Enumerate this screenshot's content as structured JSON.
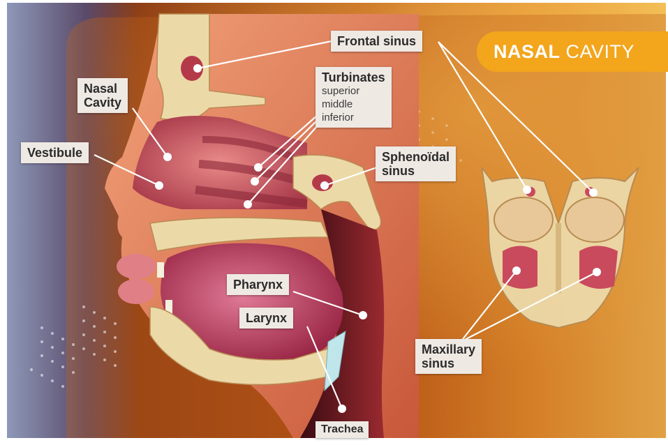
{
  "title": {
    "bold": "NASAL",
    "light": "CAVITY"
  },
  "labels": {
    "frontal_sinus": "Frontal sinus",
    "nasal_cavity_line1": "Nasal",
    "nasal_cavity_line2": "Cavity",
    "vestibule": "Vestibule",
    "turbinates": {
      "heading": "Turbinates",
      "superior": "superior",
      "middle": "middle",
      "inferior": "inferior"
    },
    "sphenoidal_line1": "Sphenoïdal",
    "sphenoidal_line2": "sinus",
    "pharynx": "Pharynx",
    "larynx": "Larynx",
    "maxillary_line1": "Maxillary",
    "maxillary_line2": "sinus",
    "trachea": "Trachea"
  },
  "colors": {
    "accent": "#f3a51c",
    "label_bg": "#efe9e4",
    "tissue_pink": "#d35a6e",
    "bone": "#ecd9a8"
  }
}
